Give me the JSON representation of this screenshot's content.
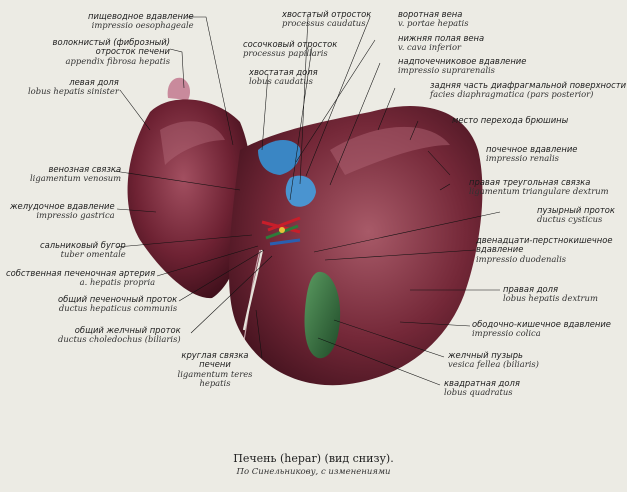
{
  "labels": {
    "esophageal_impression": {
      "ru": "пищеводное вдавление",
      "la": "impressio oesophageale"
    },
    "fibrous_appendix": {
      "ru": "волокнистый (фиброзный) отросток печени",
      "la": "appendix fibrosa hepatis"
    },
    "left_lobe": {
      "ru": "левая доля",
      "la": "lobus hepatis sinister"
    },
    "venous_ligament": {
      "ru": "венозная связка",
      "la": "ligamentum venosum"
    },
    "gastric_impression": {
      "ru": "желудочное вдавление",
      "la": "impressio gastrica"
    },
    "omental_tuber": {
      "ru": "сальниковый бугор",
      "la": "tuber omentale"
    },
    "proper_hepatic_artery": {
      "ru": "собственная печеночная артерия",
      "la": "a. hepatis propria"
    },
    "common_hepatic_duct": {
      "ru": "общий печеночный проток",
      "la": "ductus hepaticus communis"
    },
    "common_bile_duct": {
      "ru": "общий желчный проток",
      "la": "ductus choledochus (biliaris)"
    },
    "round_ligament": {
      "ru": "круглая связка печени",
      "la": "ligamentum teres hepatis"
    },
    "caudate_process": {
      "ru": "хвостатый отросток",
      "la": "processus caudatus"
    },
    "papillary_process": {
      "ru": "сосочковый отросток",
      "la": "processus papillaris"
    },
    "caudate_lobe": {
      "ru": "хвостатая доля",
      "la": "lobus caudatus"
    },
    "portal_vein": {
      "ru": "воротная вена",
      "la": "v. portae hepatis"
    },
    "inferior_vena_cava": {
      "ru": "нижняя полая вена",
      "la": "v. cava inferior"
    },
    "suprarenal_impression": {
      "ru": "надпочечниковое вдавление",
      "la": "impressio suprarenalis"
    },
    "diaphragmatic_surface": {
      "ru": "задняя часть диафрагмальной поверхности",
      "la": "facies diaphragmatica (pars posterior)"
    },
    "peritoneum_transition": {
      "ru": "место перехода брюшины",
      "la": ""
    },
    "renal_impression": {
      "ru": "почечное вдавление",
      "la": "impressio renalis"
    },
    "right_triangular_ligament": {
      "ru": "правая треугольная связка",
      "la": "ligamentum triangulare dextrum"
    },
    "cystic_duct": {
      "ru": "пузырный проток",
      "la": "ductus cysticus"
    },
    "duodenal_impression": {
      "ru": "двенадцати-перстнокишечное вдавление",
      "la": "impressio duodenalis"
    },
    "right_lobe": {
      "ru": "правая доля",
      "la": "lobus hepatis dextrum"
    },
    "colic_impression": {
      "ru": "ободочно-кишечное вдавление",
      "la": "impressio colica"
    },
    "gallbladder": {
      "ru": "желчный пузырь",
      "la": "vesica fellea (biliaris)"
    },
    "quadrate_lobe": {
      "ru": "квадратная доля",
      "la": "lobus quadratus"
    }
  },
  "caption": {
    "title": "Печень (hepar) (вид снизу).",
    "source": "По Синельникову, с изменениями"
  },
  "colors": {
    "liver": "#6b1f2e",
    "liver_light": "#9a4a5a",
    "vein_blue": "#3a86c4",
    "gallbladder": "#2f6a3a",
    "line": "#111111"
  }
}
